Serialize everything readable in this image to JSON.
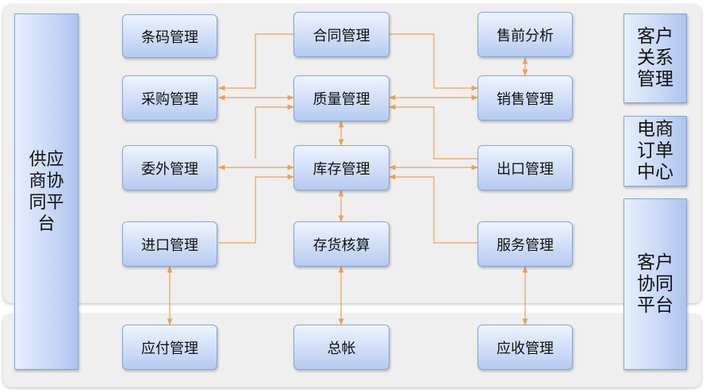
{
  "modules": {
    "barcode": "条码管理",
    "contract": "合同管理",
    "presales": "售前分析",
    "purchase": "采购管理",
    "quality": "质量管理",
    "sales": "销售管理",
    "outsource": "委外管理",
    "inventory": "库存管理",
    "export": "出口管理",
    "import": "进口管理",
    "stock_accounting": "存货核算",
    "service": "服务管理",
    "payable": "应付管理",
    "ledger": "总帐",
    "receivable": "应收管理"
  },
  "platforms": {
    "supplier": "供应\n商协\n同平\n台",
    "crm": "客户\n关系\n管理",
    "ecommerce": "电商\n订单\n中心",
    "customer": "客户\n协同\n平台"
  },
  "colors": {
    "connector": "#f0a050",
    "box_border": "#8aa7cf",
    "box_fill": "#cfddf7",
    "panel": "#efefef"
  }
}
